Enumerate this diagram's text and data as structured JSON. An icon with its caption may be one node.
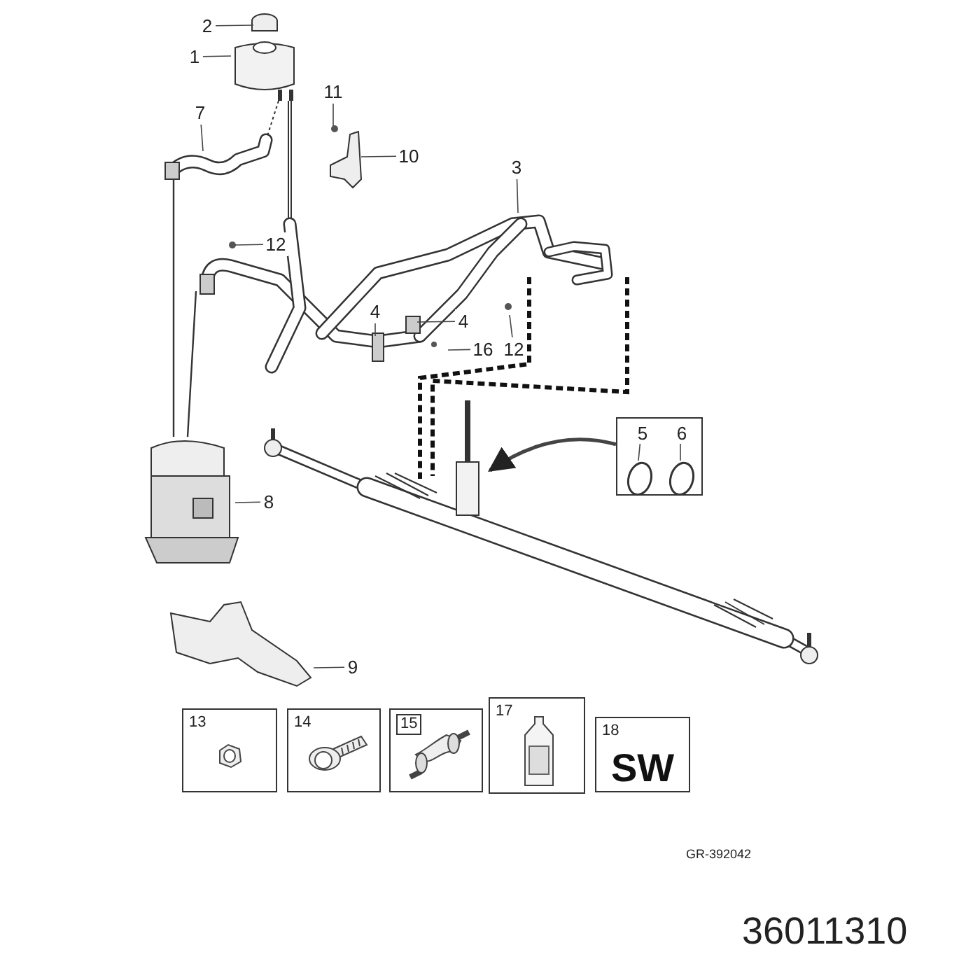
{
  "diagram": {
    "nodes": [
      {
        "text": [
          "2"
        ]
      },
      {
        "text": [
          "1"
        ]
      },
      {
        "text": [
          "7"
        ]
      },
      {
        "text": [
          "11"
        ]
      },
      {
        "text": [
          "10"
        ]
      },
      {
        "text": [
          "12"
        ]
      },
      {
        "text": [
          "3"
        ]
      },
      {
        "text": [
          "4"
        ]
      },
      {
        "text": [
          "4"
        ]
      },
      {
        "text": [
          "16"
        ]
      },
      {
        "text": [
          "12"
        ]
      },
      {
        "text": [
          "8"
        ]
      },
      {
        "text": [
          "9"
        ]
      },
      {
        "text": [],
        "shape": "box"
      },
      {
        "text": [
          "5"
        ],
        "in": 13
      },
      {
        "text": [
          "6"
        ],
        "in": 13
      },
      {
        "text": [
          "13"
        ]
      },
      {
        "text": [
          "14"
        ]
      },
      {
        "text": [
          "15"
        ]
      },
      {
        "text": [
          "17"
        ]
      },
      {
        "text": [
          "18",
          "SW"
        ]
      }
    ],
    "edges": [
      {
        "from": 0,
        "to": null,
        "arrow": "none"
      },
      {
        "from": 1,
        "to": null,
        "arrow": "none"
      },
      {
        "from": 2,
        "to": null,
        "arrow": "none"
      },
      {
        "from": 3,
        "to": null,
        "arrow": "none"
      },
      {
        "from": 4,
        "to": null,
        "arrow": "none"
      },
      {
        "from": 5,
        "to": null,
        "arrow": "none"
      },
      {
        "from": 6,
        "to": null,
        "arrow": "none"
      },
      {
        "from": 7,
        "to": null,
        "arrow": "none"
      },
      {
        "from": 8,
        "to": null,
        "arrow": "none"
      },
      {
        "from": 9,
        "to": null,
        "arrow": "none"
      },
      {
        "from": 10,
        "to": null,
        "arrow": "none"
      },
      {
        "from": 11,
        "to": null,
        "arrow": "none"
      },
      {
        "from": 12,
        "to": null,
        "arrow": "none"
      },
      {
        "from": 14,
        "to": null,
        "arrow": "none"
      },
      {
        "from": 15,
        "to": null,
        "arrow": "none"
      },
      {
        "from": 13,
        "to": null,
        "arrow": "to",
        "style": "thick"
      }
    ],
    "labels": [
      "GR-392042",
      "36011310"
    ]
  }
}
